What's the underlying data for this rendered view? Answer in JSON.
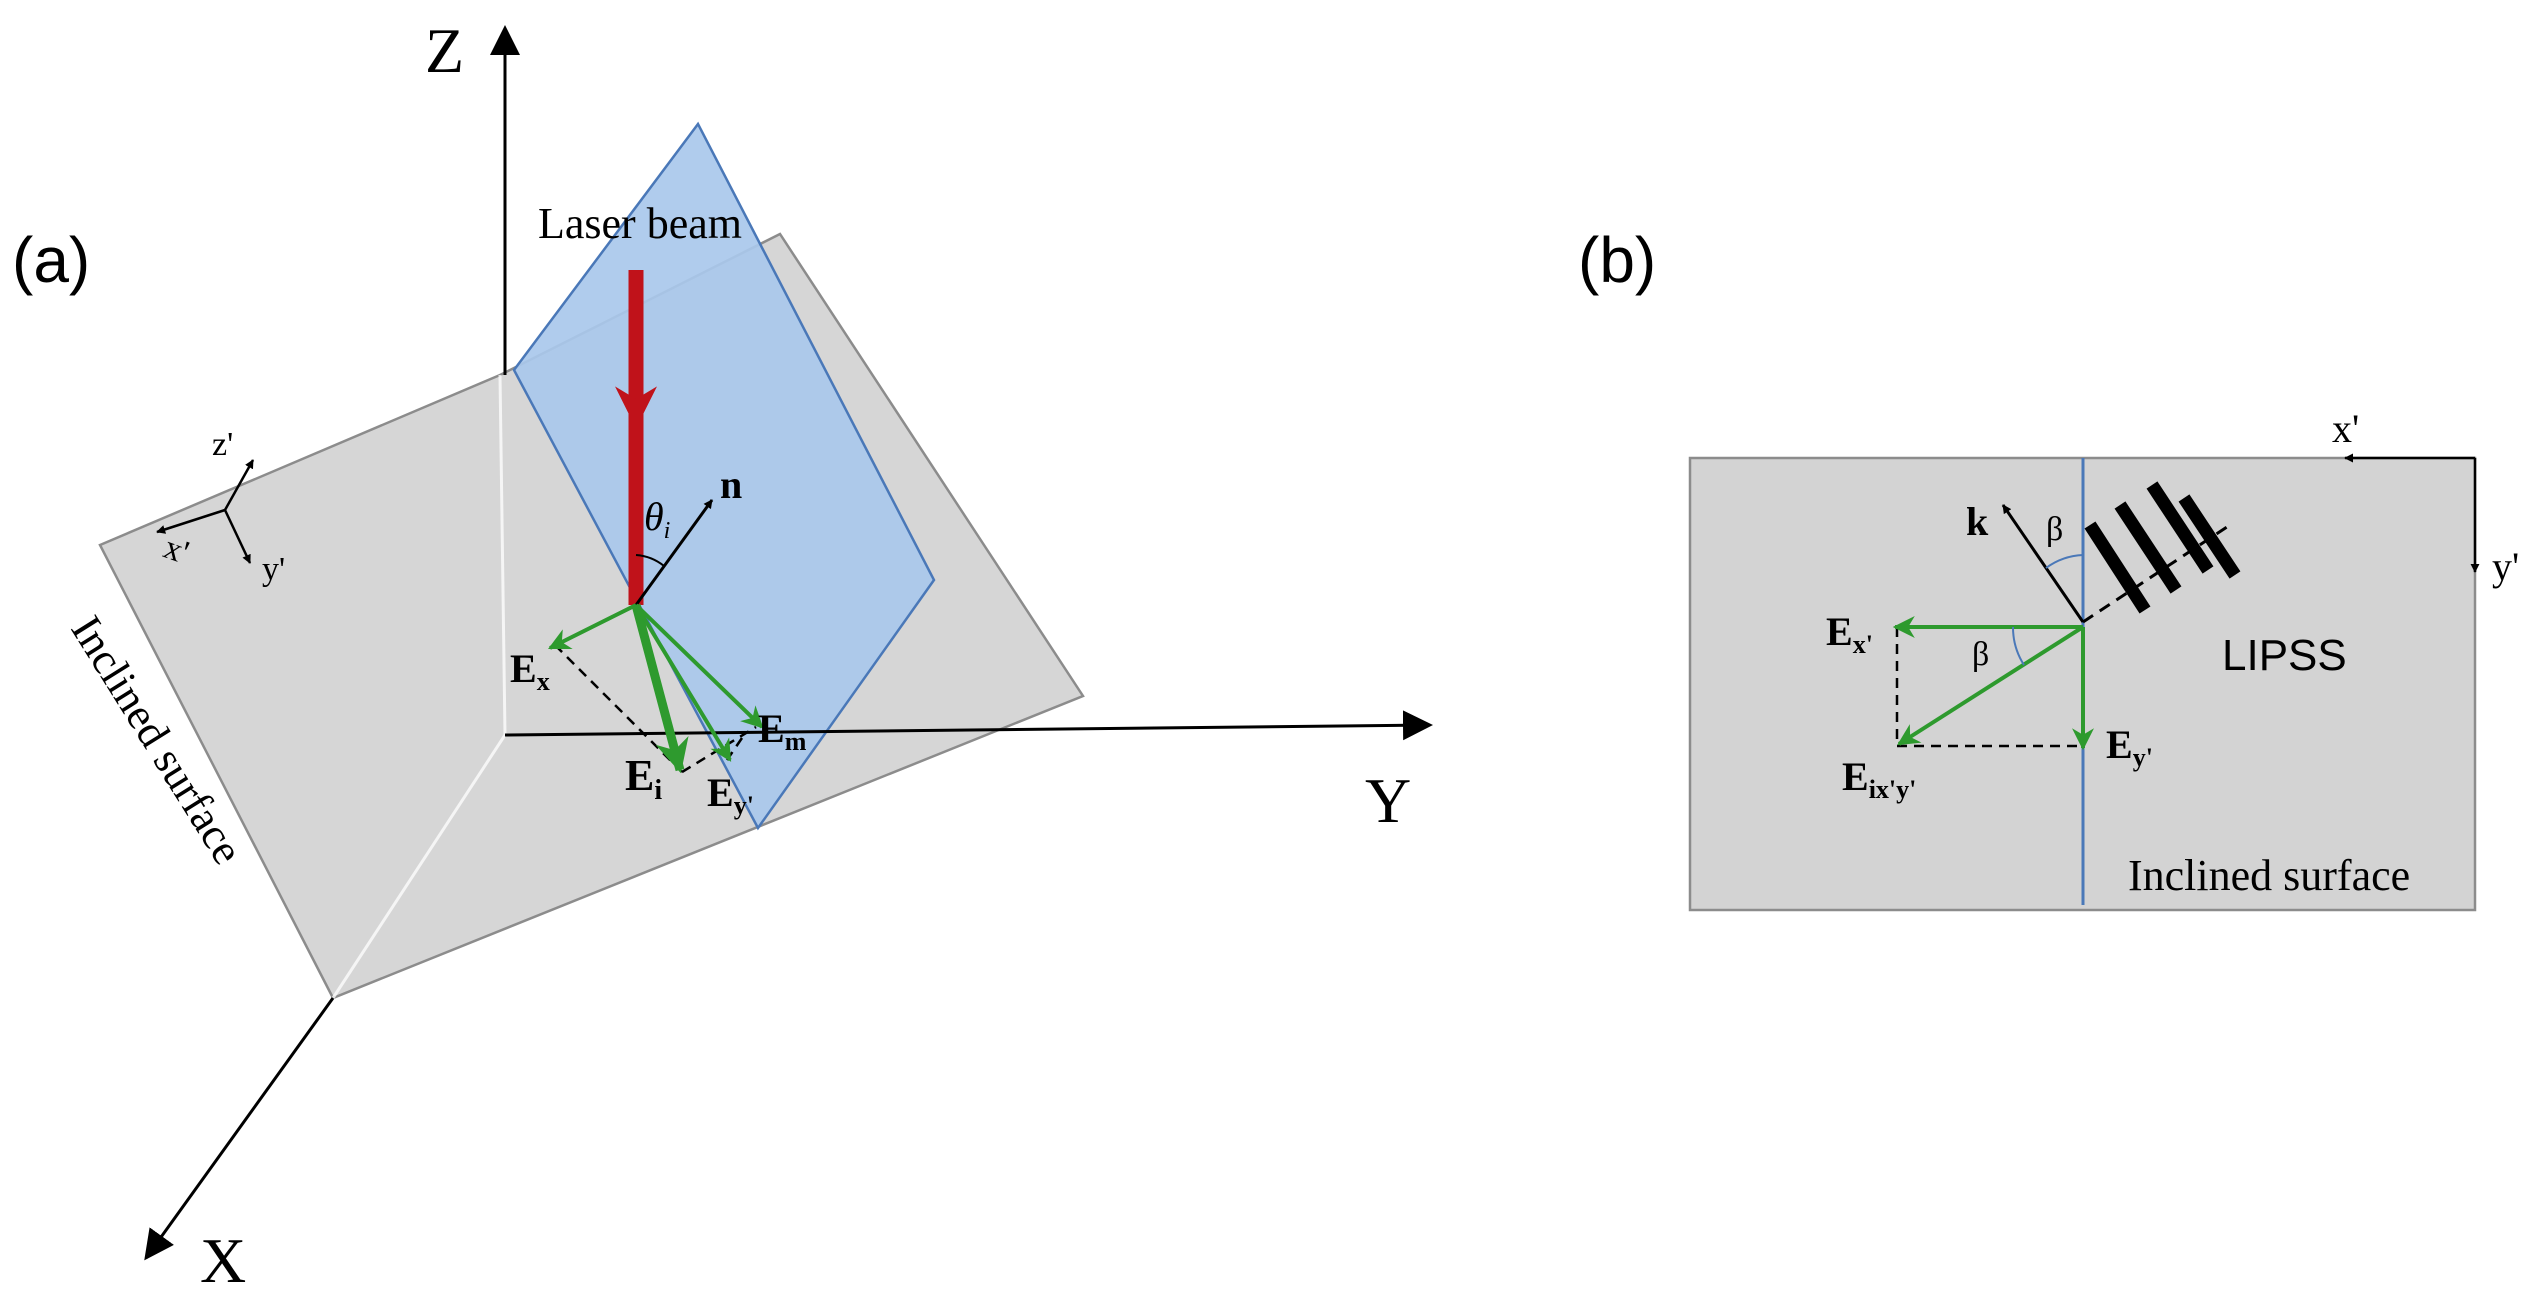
{
  "panel_a": {
    "tag": "(a)",
    "axis_z": "Z",
    "axis_y": "Y",
    "axis_x": "X",
    "laser": "Laser beam",
    "theta": "θ",
    "theta_sub": "i",
    "normal": "n",
    "local_z": "z'",
    "local_x": "x'",
    "local_y": "y'",
    "surface": "Inclined surface",
    "ex": "E",
    "ex_sub": "x",
    "ei": "E",
    "ei_sub": "i",
    "em": "E",
    "em_sub": "m",
    "ey": "E",
    "ey_sub": "y'"
  },
  "panel_b": {
    "tag": "(b)",
    "axis_x": "x'",
    "axis_y": "y'",
    "k": "k",
    "beta_top": "β",
    "beta_mid": "β",
    "lipss": "LIPSS",
    "surface": "Inclined surface",
    "ex": "E",
    "ex_sub": "x'",
    "ey": "E",
    "ey_sub": "y'",
    "eixy": "E",
    "eixy_sub": "ix'y'"
  },
  "colors": {
    "surface": "#d3d3d3",
    "surface_edge": "#8c8c8c",
    "plane": "#a9c8ec",
    "plane_edge": "#4a78b8",
    "laser": "#c0121a",
    "field": "#2e9a2e",
    "ink": "#000000"
  }
}
